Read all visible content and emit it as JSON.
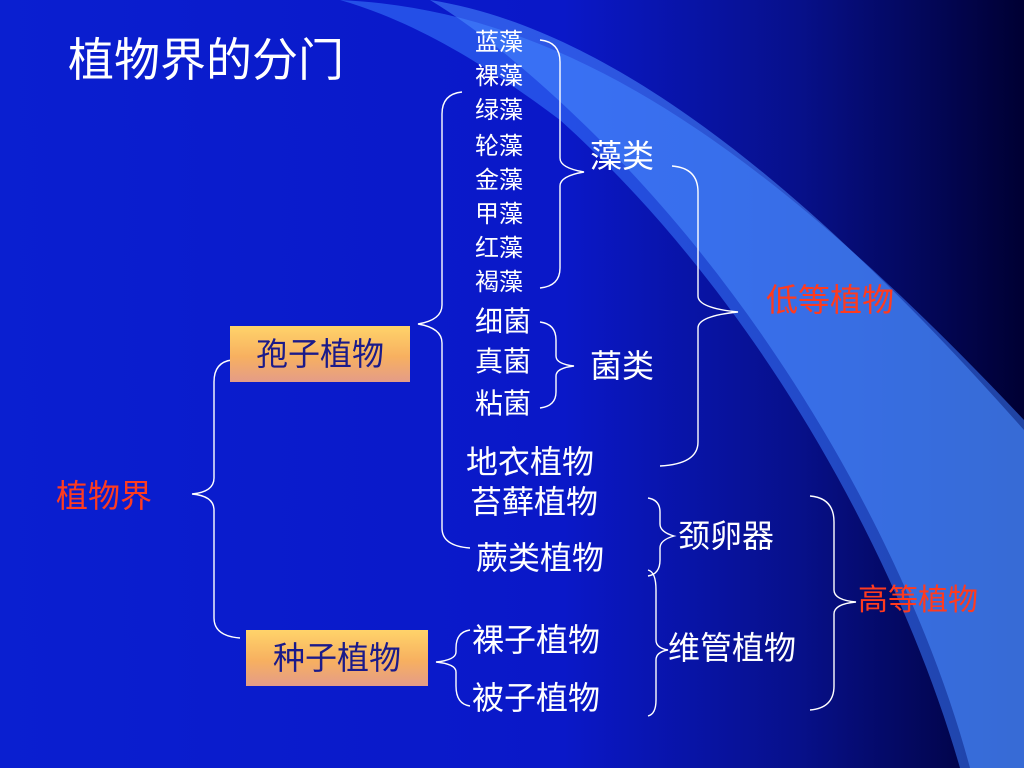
{
  "title": "植物界的分门",
  "algae": [
    "蓝藻",
    "裸藻",
    "绿藻",
    "轮藻",
    "金藻",
    "甲藻",
    "红藻",
    "褐藻"
  ],
  "fungi": [
    "细菌",
    "真菌",
    "粘菌"
  ],
  "groups": {
    "algae_group": "藻类",
    "fungi_group": "菌类",
    "lower_plants": "低等植物",
    "higher_plants": "高等植物",
    "archegonium": "颈卵器",
    "vascular": "维管植物"
  },
  "plants": {
    "lichen": "地衣植物",
    "moss": "苔藓植物",
    "fern": "蕨类植物",
    "gymnosperm": "裸子植物",
    "angiosperm": "被子植物"
  },
  "root": "植物界",
  "spore_plants": "孢子植物",
  "seed_plants": "种子植物",
  "colors": {
    "background": "#0a1fd0",
    "highlight_text": "#ff3b1f",
    "box_fill": "#f7b060",
    "box_text": "#1a1a8a",
    "line": "#ffffff",
    "swoosh": "#3a7bff"
  }
}
